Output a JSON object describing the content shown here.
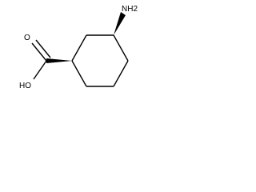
{
  "molecule": {
    "atom_labels": {
      "amino": "NH2",
      "hydroxyl": "HO",
      "carbonyl_oxygen": "O"
    },
    "stereo_bonds": [
      "wedge",
      "wedge"
    ]
  },
  "colors": {
    "bond": "#000000",
    "label": "#000000",
    "background": "#ffffff"
  }
}
